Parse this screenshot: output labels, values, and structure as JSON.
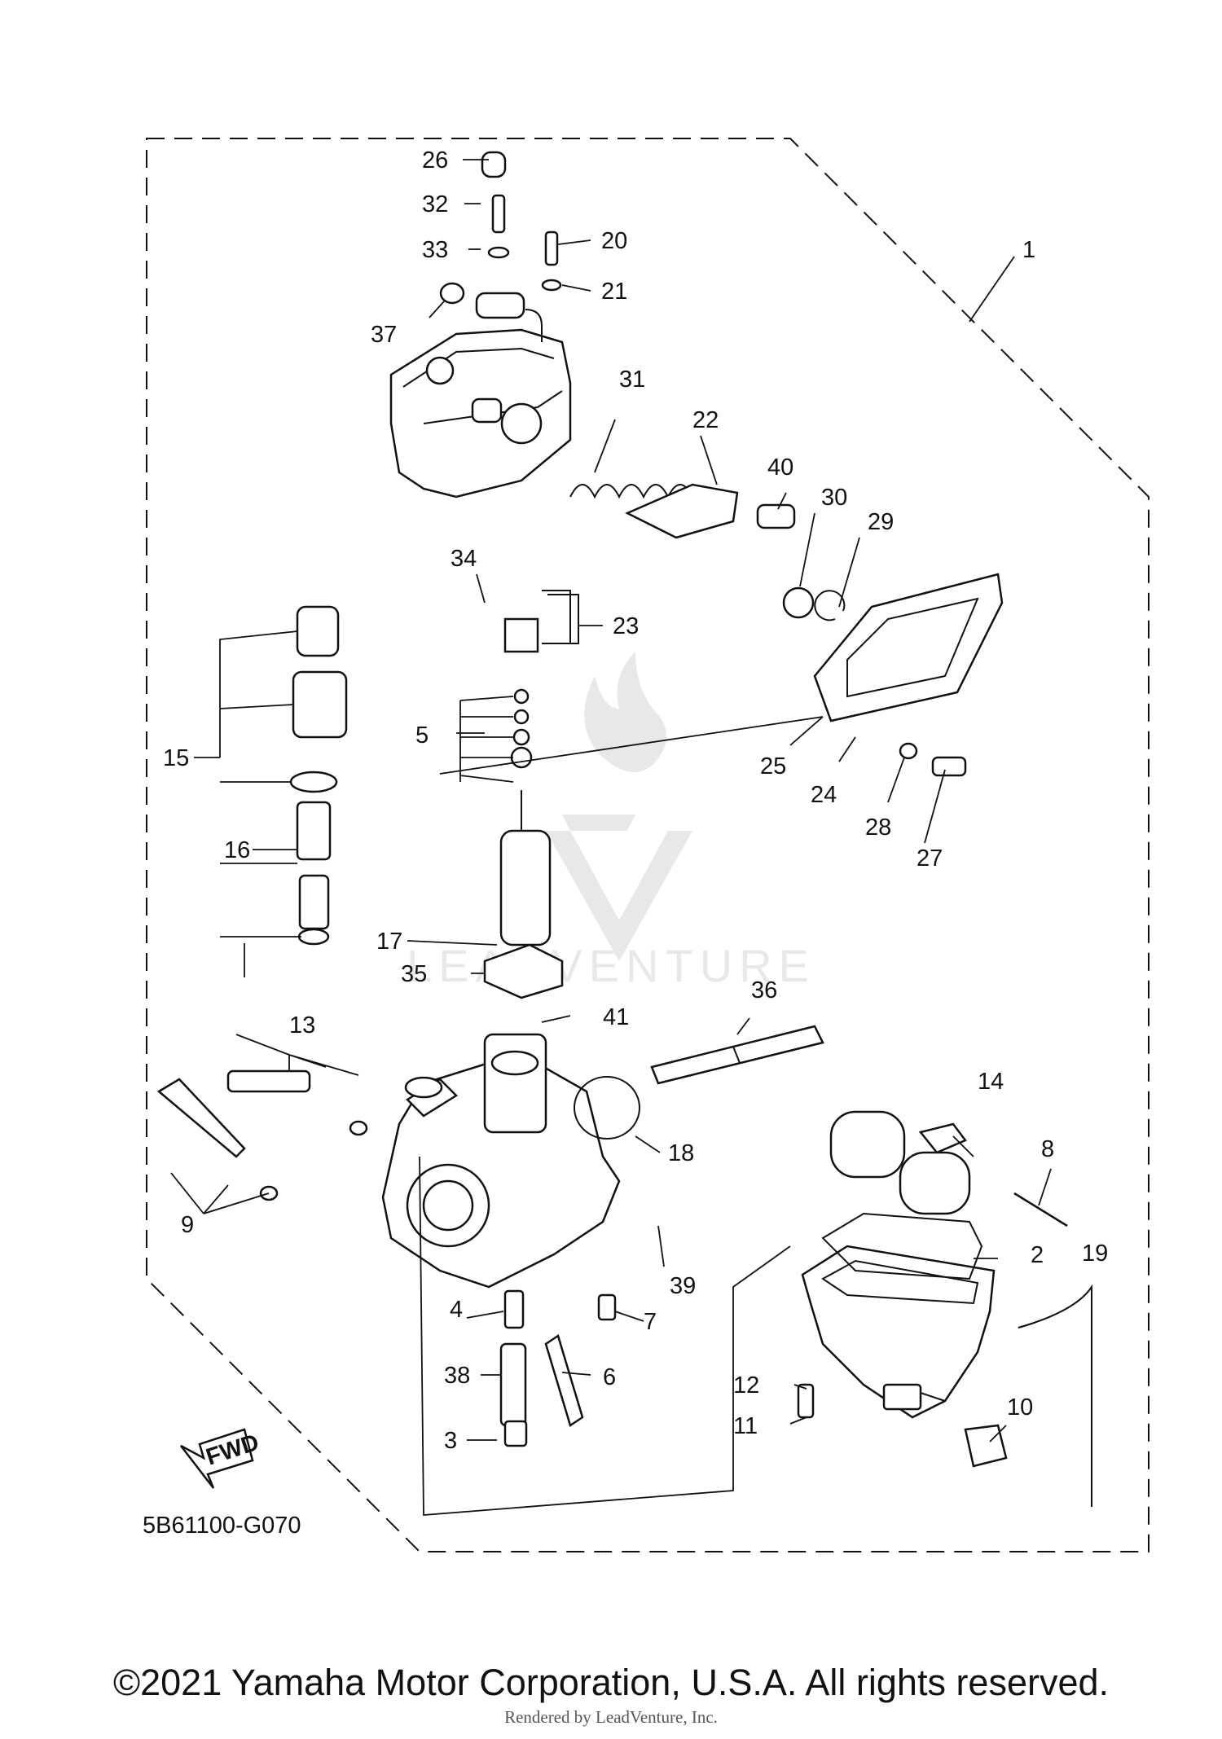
{
  "diagram": {
    "part_numbers": [
      "1",
      "2",
      "3",
      "4",
      "5",
      "6",
      "7",
      "8",
      "9",
      "10",
      "11",
      "12",
      "13",
      "14",
      "15",
      "16",
      "17",
      "18",
      "19",
      "20",
      "21",
      "22",
      "23",
      "24",
      "25",
      "26",
      "27",
      "28",
      "29",
      "30",
      "31",
      "32",
      "33",
      "34",
      "35",
      "36",
      "37",
      "38",
      "39",
      "40",
      "41"
    ],
    "fwd_label": "FWD",
    "diagram_code": "5B61100-G070",
    "watermark_text": "LEADVENTURE"
  },
  "footer": {
    "copyright": "©2021 Yamaha Motor Corporation, U.S.A. All rights reserved.",
    "rendered_by": "Rendered by LeadVenture, Inc."
  }
}
